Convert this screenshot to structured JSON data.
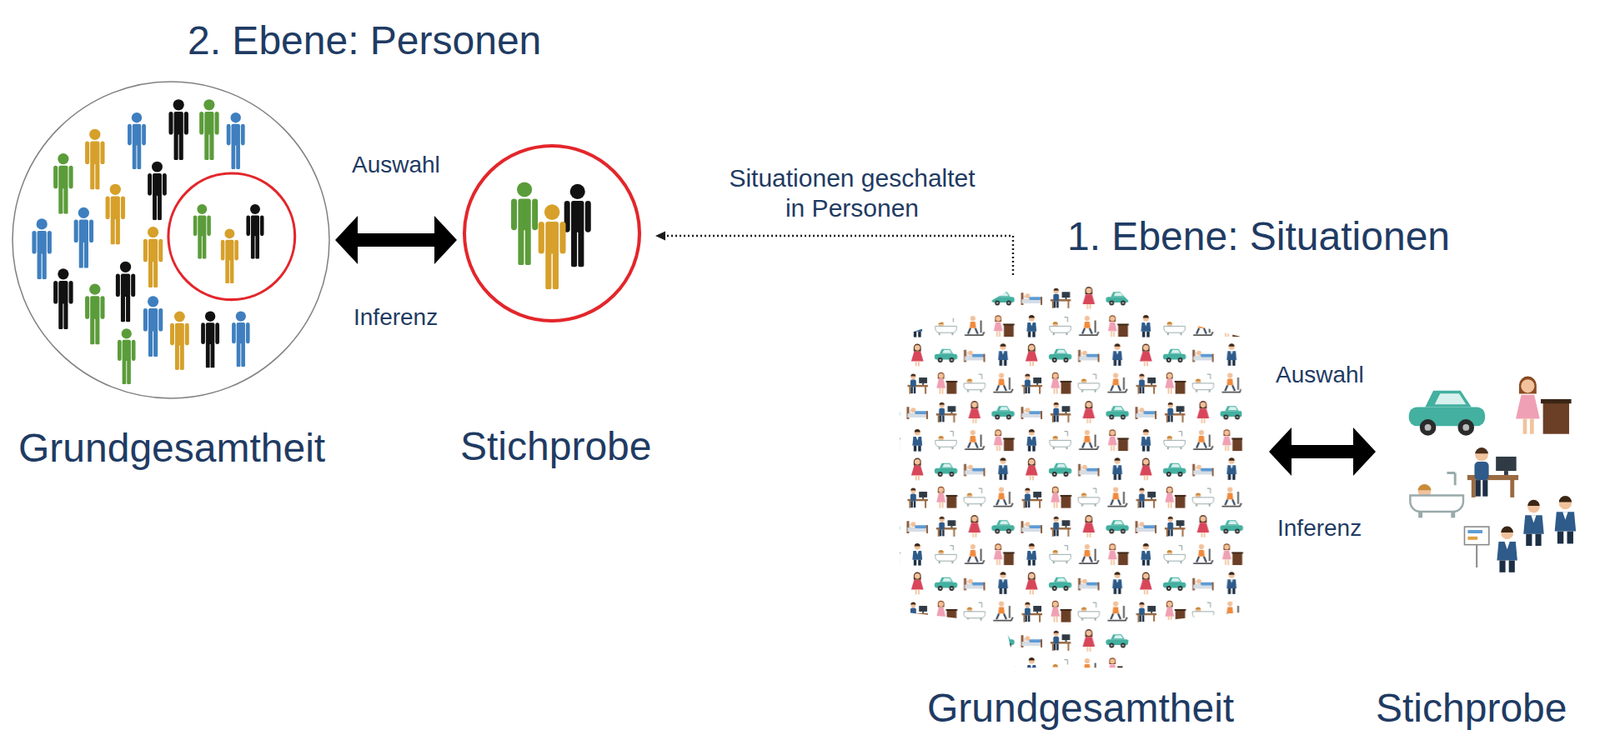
{
  "diagram": {
    "nodes": [
      {
        "text": [
          "Grundgesamtheit"
        ]
      },
      {
        "text": [
          "Stichprobe"
        ]
      },
      {
        "text": [
          "Grundgesamtheit"
        ]
      },
      {
        "text": [
          "Stichprobe"
        ]
      }
    ],
    "edges": [
      {
        "from": 0,
        "to": 1,
        "arrow": "both",
        "label": "Auswahl"
      },
      {
        "from": 2,
        "to": 3,
        "arrow": "both",
        "label": "Auswahl"
      },
      {
        "from": 2,
        "to": 1,
        "arrow": "to",
        "label": "Situationen geschaltet in Personen"
      }
    ],
    "labels": [
      "2. Ebene: Personen",
      "Inferenz",
      "1. Ebene: Situationen",
      "Inferenz"
    ]
  }
}
